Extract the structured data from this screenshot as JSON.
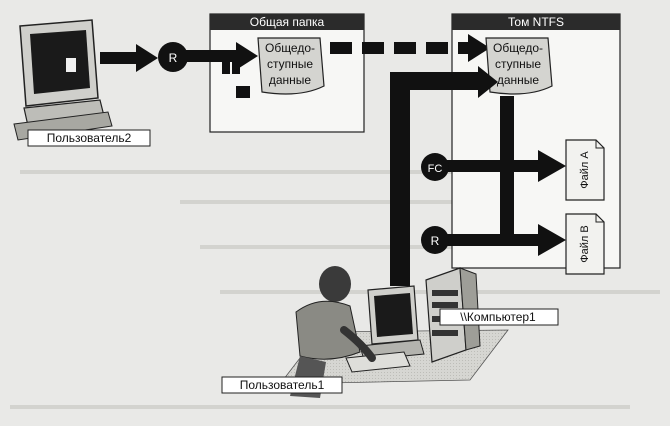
{
  "panels": {
    "shared_folder_title": "Общая папка",
    "ntfs_volume_title": "Том NTFS"
  },
  "docs": {
    "shared_doc_lines": [
      "Общедо-",
      "ступные",
      "данные"
    ],
    "ntfs_doc_lines": [
      "Общедо-",
      "ступные",
      "данные"
    ]
  },
  "files": {
    "file_a": "Файл A",
    "file_b": "Файл B"
  },
  "permissions": {
    "share_r": "R",
    "ntfs_fc": "FC",
    "ntfs_r": "R"
  },
  "labels": {
    "user2": "Пользователь2",
    "user1": "Пользователь1",
    "computer": "\\\\Компьютер1"
  },
  "colors": {
    "ink": "#111111",
    "panel_fill": "#f7f7f5",
    "doc_fill": "#d4d4d0",
    "title_bar": "#2b2b2b",
    "title_text": "#ffffff",
    "background": "#e9e9e7"
  }
}
